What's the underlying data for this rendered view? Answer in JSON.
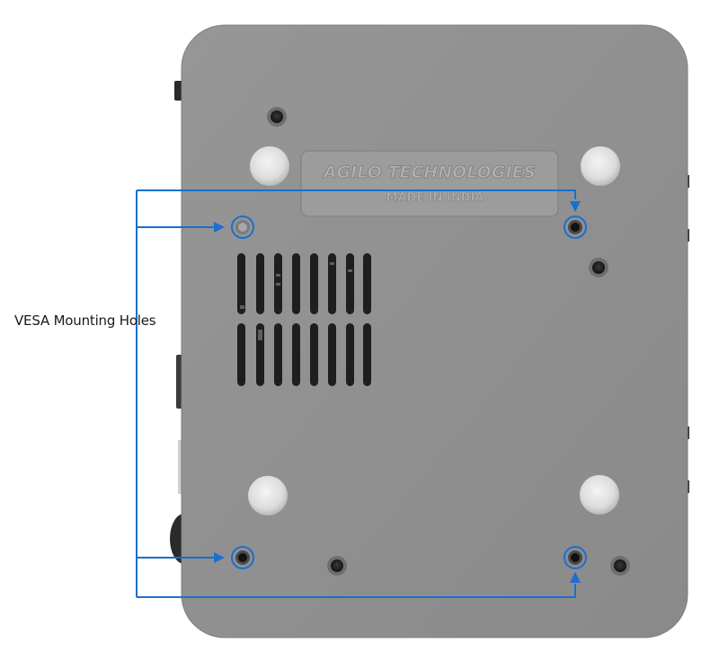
{
  "label": {
    "text": "VESA Mounting Holes"
  },
  "plate": {
    "brand": "AGILO TECHNOLOGIES",
    "origin": "MADE IN INDIA"
  },
  "colors": {
    "case": "#8f8f8f",
    "case_edge": "#7e7e7e",
    "highlight_ring": "#1b6fd0",
    "arrow": "#1b6fd0",
    "vent": "#1e1e1e",
    "foot": "#e6e6e6"
  },
  "icons": {
    "vesa_hole": "screw-hole-icon",
    "foot": "rubber-foot-icon",
    "screw": "screw-icon"
  }
}
